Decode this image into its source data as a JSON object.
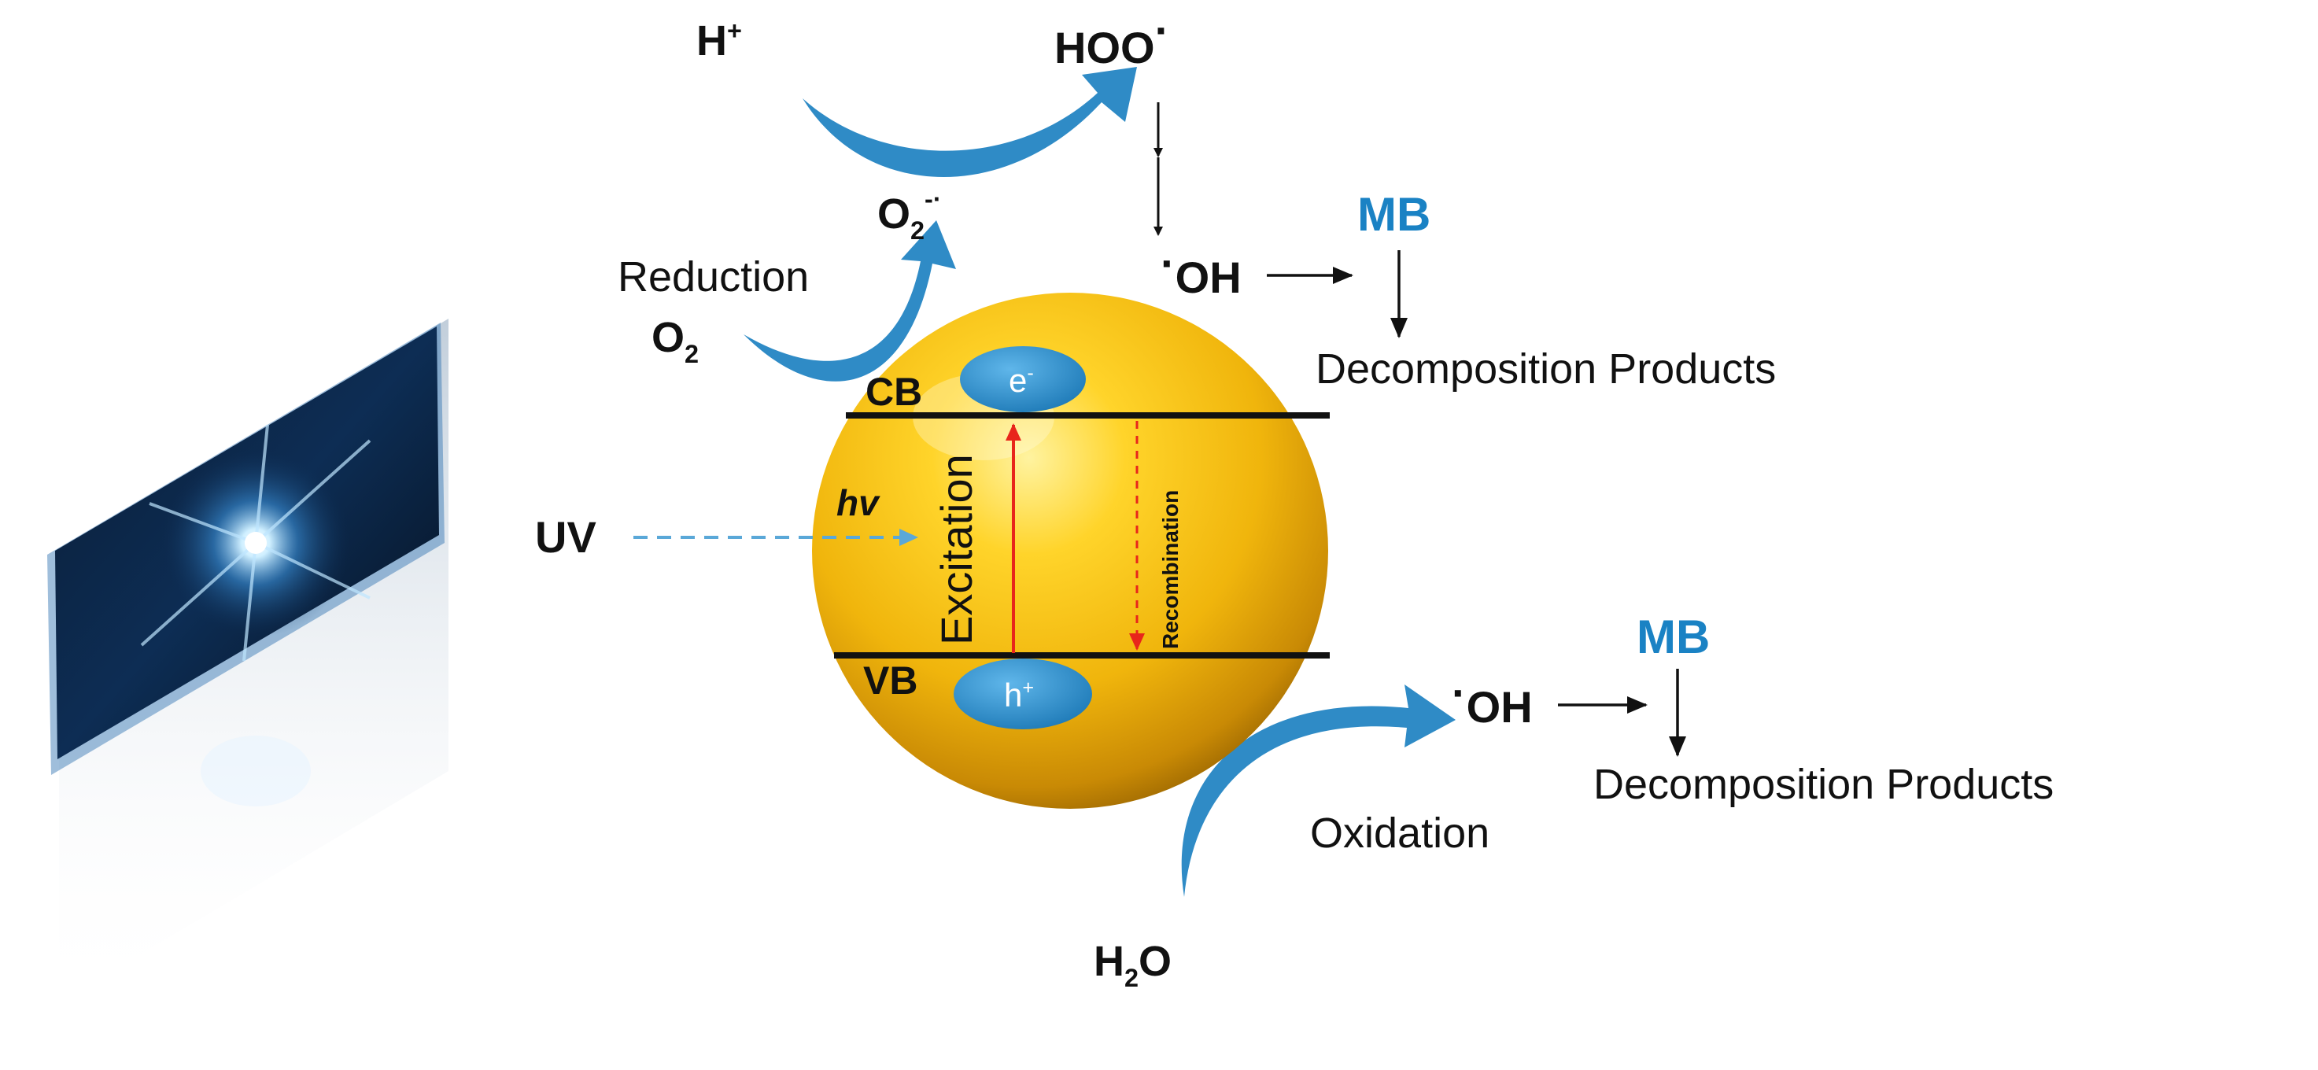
{
  "colors": {
    "arrow_blue": "#2f8bc6",
    "label_blue": "#1a82c4",
    "sphere_gold": "#f3c012",
    "excitation_red": "#e8251b",
    "band_line": "#111111",
    "uv_dash": "#5aa8d8"
  },
  "species": {
    "h_plus": {
      "base": "H",
      "sup": "+"
    },
    "hoo": {
      "base": "HOO",
      "sup": "·"
    },
    "o2_radical": {
      "base": "O",
      "sub": "2",
      "sup": "-·"
    },
    "oh_top": {
      "pre": "·",
      "base": "OH"
    },
    "o2": {
      "base": "O",
      "sub": "2"
    },
    "oh_bottom": {
      "pre": "·",
      "base": "OH"
    },
    "h2o": {
      "a": "H",
      "sub": "2",
      "b": "O"
    }
  },
  "labels": {
    "reduction": "Reduction",
    "oxidation": "Oxidation",
    "mb_top": "MB",
    "mb_bottom": "MB",
    "decomp_top": "Decomposition Products",
    "decomp_bottom": "Decomposition Products",
    "cb": "CB",
    "vb": "VB",
    "electron": {
      "base": "e",
      "sup": "-"
    },
    "hole": {
      "base": "h",
      "sup": "+"
    },
    "uv": "UV",
    "hv": "hv",
    "excitation": "Excitation",
    "recombination": "Recombination"
  },
  "icons": {
    "light_source": "uv-lamp-icon"
  }
}
